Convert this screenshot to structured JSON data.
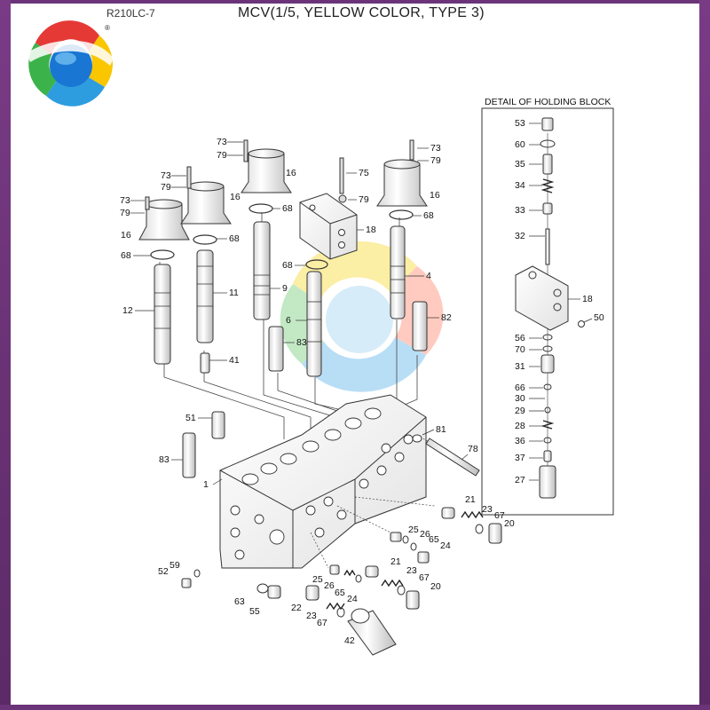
{
  "header": {
    "model": "R210LC-7",
    "title": "MCV(1/5, YELLOW COLOR, TYPE 3)",
    "registered_mark": "®"
  },
  "detail": {
    "title": "DETAIL OF HOLDING BLOCK"
  },
  "callouts": {
    "main": {
      "c73a": "73",
      "c79a": "79",
      "c16a": "16",
      "c73b": "73",
      "c79b": "79",
      "c16b": "16",
      "c73c": "73",
      "c79c": "79",
      "c16c": "16",
      "c73d": "73",
      "c79d": "79",
      "c16d": "16",
      "c75": "75",
      "c79e": "79",
      "c68a": "68",
      "c68b": "68",
      "c68c": "68",
      "c68d": "68",
      "c68e": "68",
      "c18": "18",
      "c4": "4",
      "c12": "12",
      "c11": "11",
      "c9": "9",
      "c6": "6",
      "c82": "82",
      "c83a": "83",
      "c41": "41",
      "c51": "51",
      "c83b": "83",
      "c1": "1",
      "c81": "81",
      "c78": "78",
      "c21a": "21",
      "c23a": "23",
      "c67a": "67",
      "c20a": "20",
      "c25a": "25",
      "c26a": "26",
      "c65a": "65",
      "c24a": "24",
      "c21b": "21",
      "c23b": "23",
      "c67b": "67",
      "c20b": "20",
      "c25b": "25",
      "c26b": "26",
      "c65b": "65",
      "c24b": "24",
      "c59": "59",
      "c52": "52",
      "c63": "63",
      "c55": "55",
      "c22": "22",
      "c23c": "23",
      "c67c": "67",
      "c42": "42"
    },
    "detail": {
      "d53": "53",
      "d60": "60",
      "d35": "35",
      "d34": "34",
      "d33": "33",
      "d32": "32",
      "d18": "18",
      "d50": "50",
      "d56": "56",
      "d70": "70",
      "d31": "31",
      "d66": "66",
      "d30": "30",
      "d29": "29",
      "d28": "28",
      "d36": "36",
      "d37": "37",
      "d27": "27"
    }
  },
  "colors": {
    "frame": "#6c3478",
    "line": "#333333",
    "part_fill": "#f4f4f4",
    "spring": "#222222"
  },
  "logo": {
    "icon": "globe-logo-icon"
  }
}
